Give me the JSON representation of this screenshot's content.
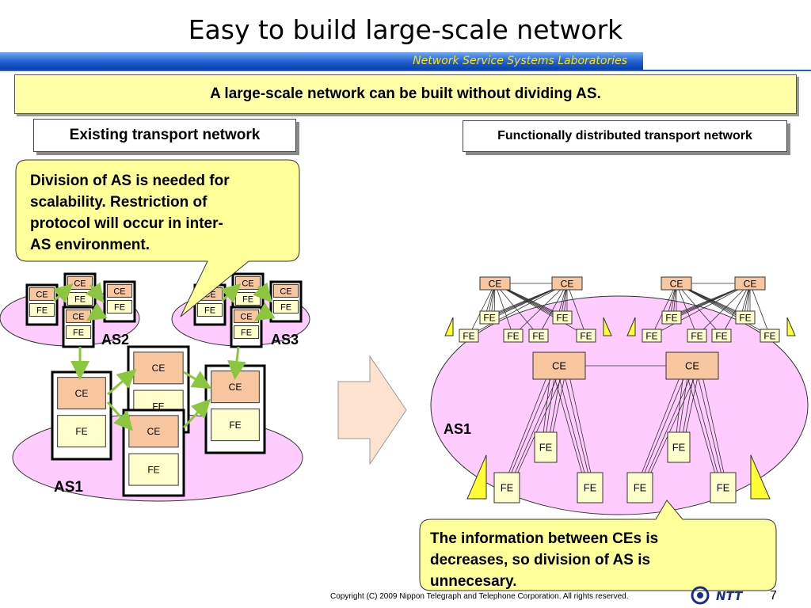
{
  "title": "Easy to build large-scale network",
  "lab_name": "Network Service Systems Laboratories",
  "message": "A large-scale network can be built without dividing AS.",
  "left_header": "Existing transport network",
  "right_header": "Functionally distributed transport network",
  "callout_left": [
    "Division of AS is needed for",
    "scalability. Restriction of",
    "protocol will occur in inter-",
    "AS environment."
  ],
  "callout_right": [
    "The information between CEs is",
    "decreases, so division of AS is",
    "unnecesary."
  ],
  "left_labels": {
    "as1": "AS1",
    "as2": "AS2",
    "as3": "AS3"
  },
  "right_labels": {
    "as1": "AS1"
  },
  "node_labels": {
    "ce": "CE",
    "fe": "FE"
  },
  "copyright": "Copyright (C) 2009 Nippon Telegraph and Telephone Corporation. All rights reserved.",
  "page_number": "7",
  "logo": "NTT",
  "colors": {
    "title_bar": "#1f5fd0",
    "lab_text": "#ffe400",
    "message_fill": "#ffffa8",
    "as_fill": "#ffccff",
    "ce_fill": "#f9c79f",
    "fe_fill": "#ffffcc",
    "link_arrow": "#8cc63f",
    "callout_fill": "#ffff99",
    "big_arrow_fill": "#fde2cf"
  },
  "chart_data": {
    "type": "diagram",
    "left": {
      "title": "Existing transport network",
      "autonomous_systems": [
        "AS1",
        "AS2",
        "AS3"
      ]
    },
    "right": {
      "title": "Functionally distributed transport network",
      "autonomous_systems": [
        "AS1"
      ]
    }
  }
}
